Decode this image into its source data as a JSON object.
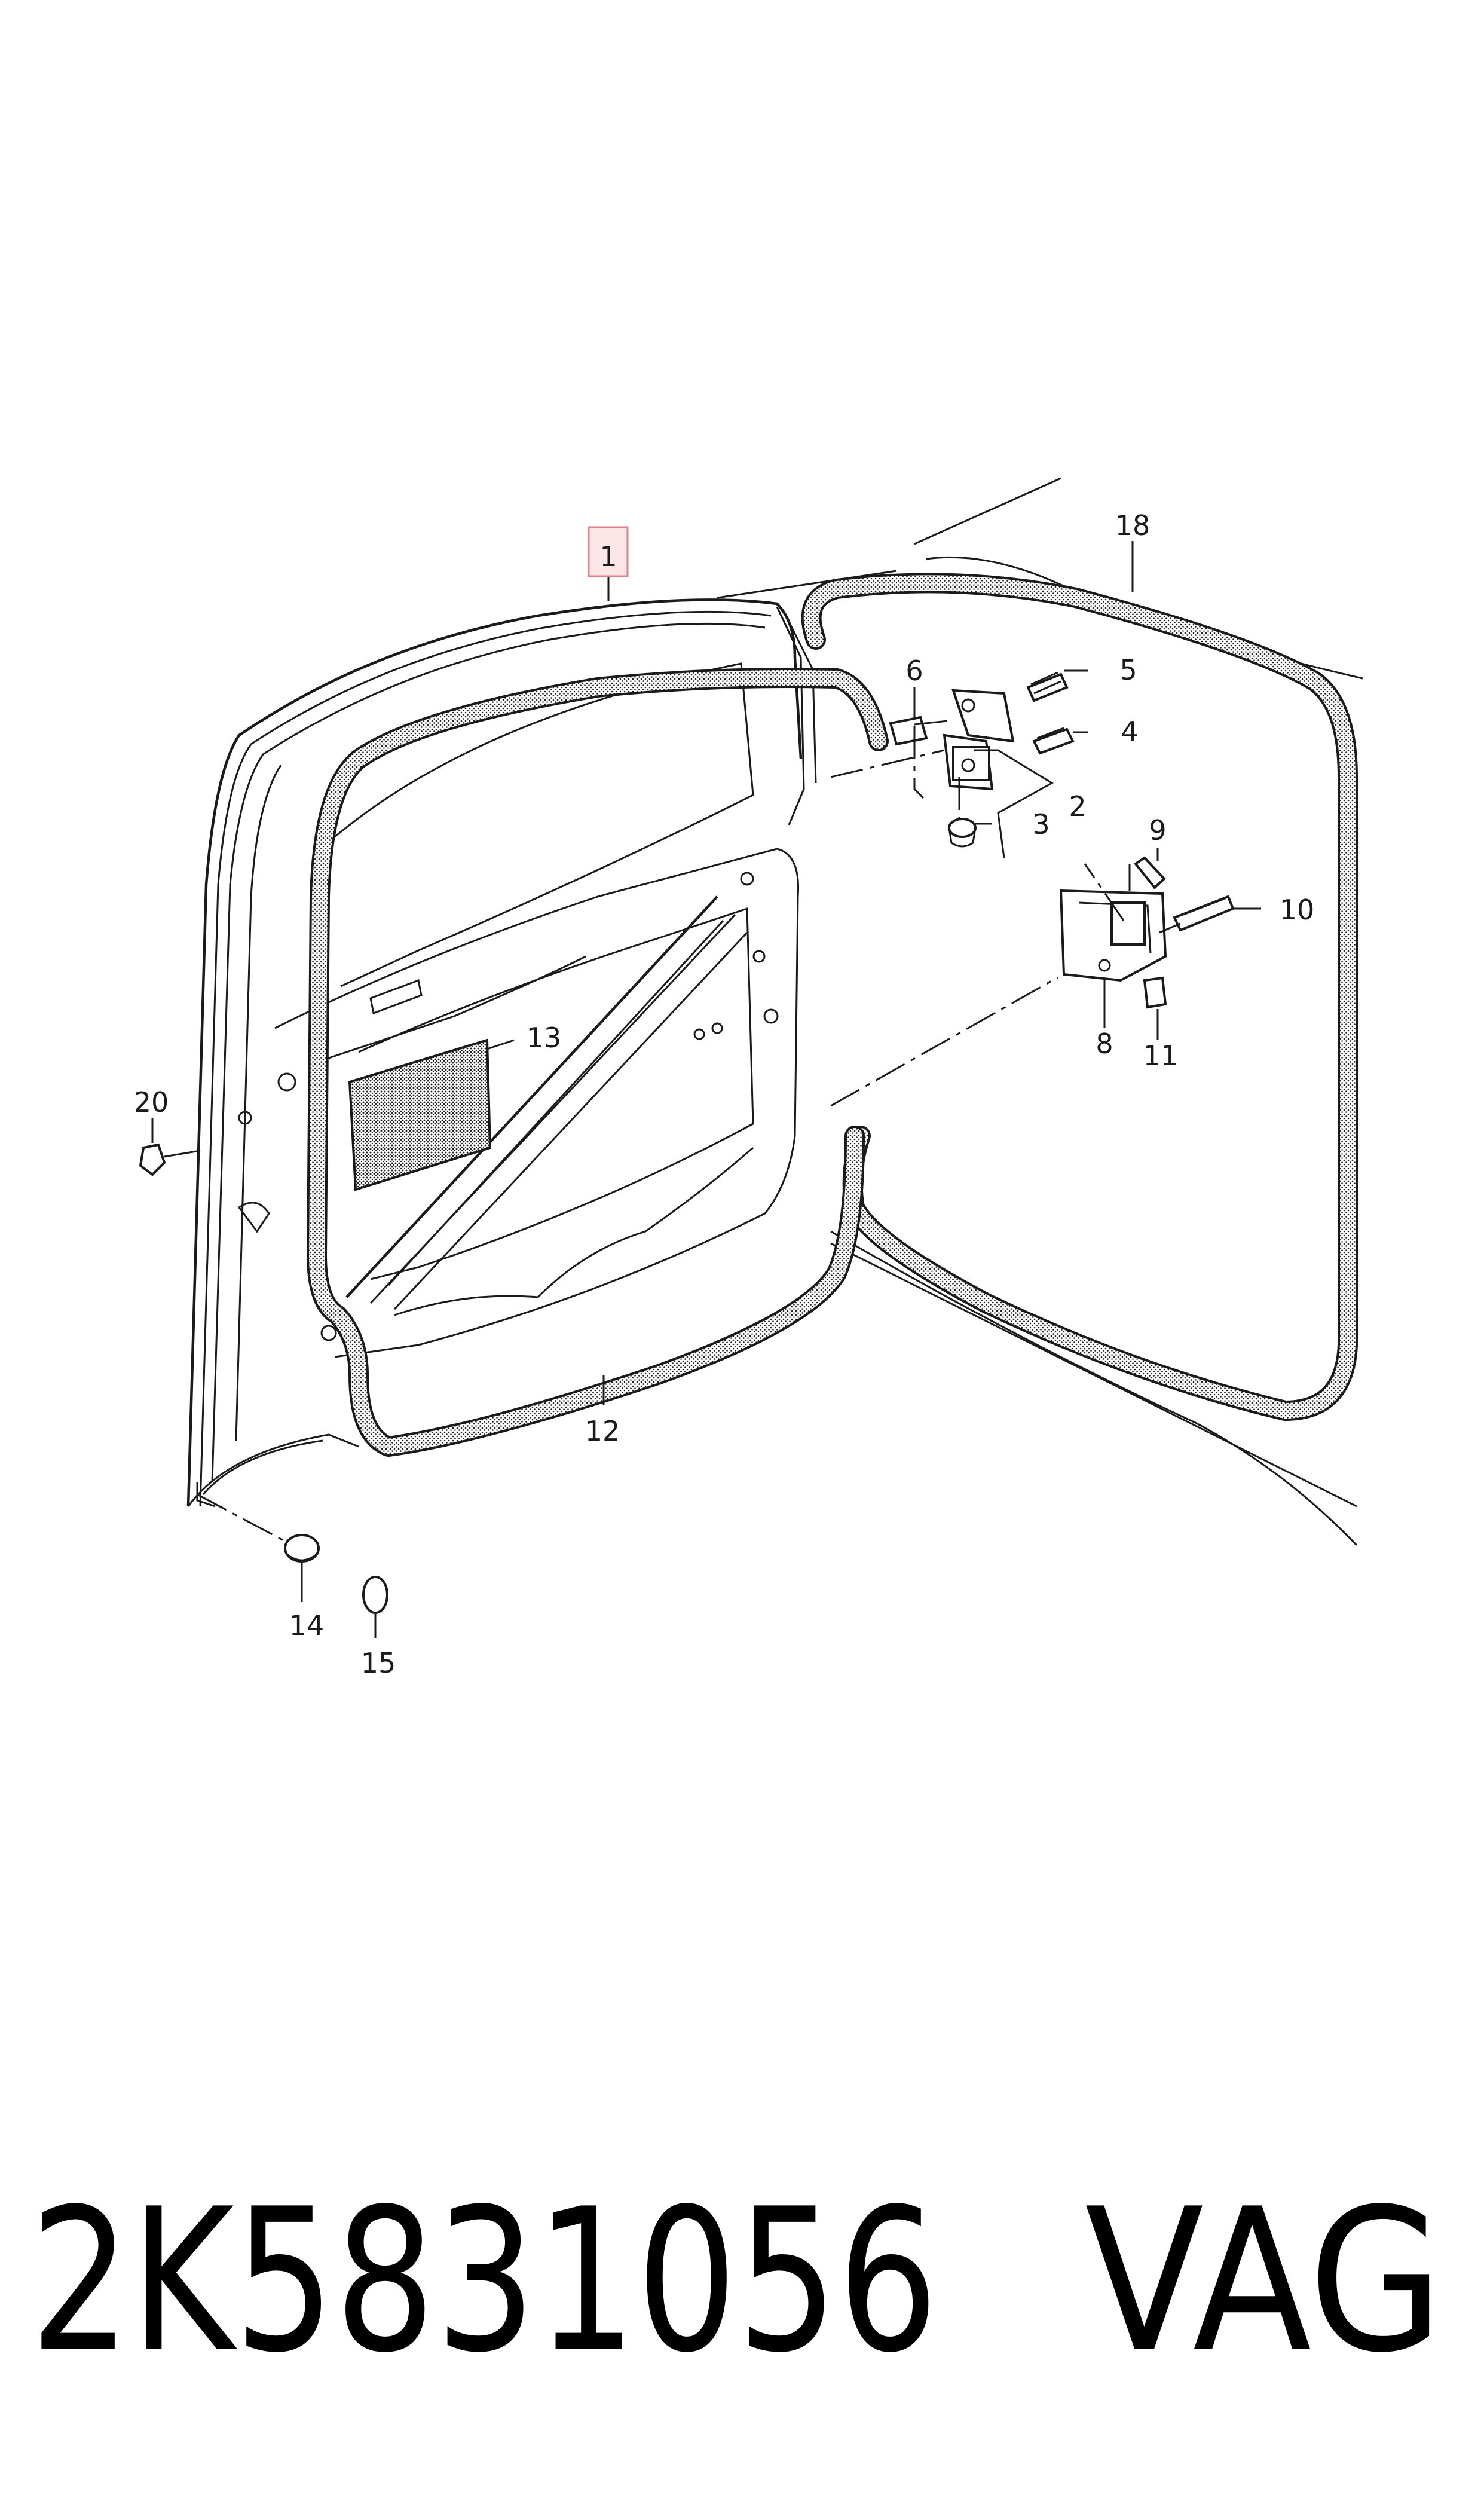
{
  "diagram": {
    "highlight_color": "#f4b3b8",
    "callouts": [
      "1",
      "2",
      "3",
      "4",
      "5",
      "6",
      "8",
      "9",
      "10",
      "11",
      "12",
      "13",
      "14",
      "15",
      "18",
      "20"
    ],
    "highlighted_callout": "1"
  },
  "footer": {
    "part_number": "2K5831056",
    "brand": "VAG"
  }
}
